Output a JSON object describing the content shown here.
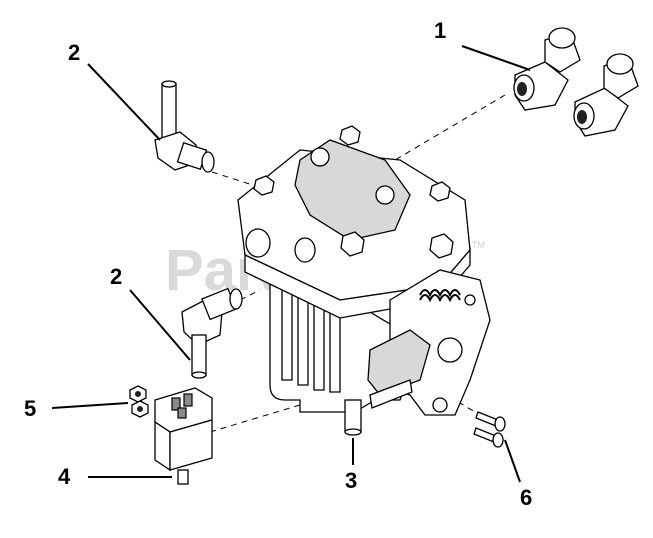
{
  "callouts": [
    {
      "id": "1",
      "label": "1"
    },
    {
      "id": "2a",
      "label": "2"
    },
    {
      "id": "2b",
      "label": "2"
    },
    {
      "id": "3",
      "label": "3"
    },
    {
      "id": "4",
      "label": "4"
    },
    {
      "id": "5",
      "label": "5"
    },
    {
      "id": "6",
      "label": "6"
    }
  ],
  "watermark": {
    "text": "PartsTree",
    "tm": "TM"
  }
}
